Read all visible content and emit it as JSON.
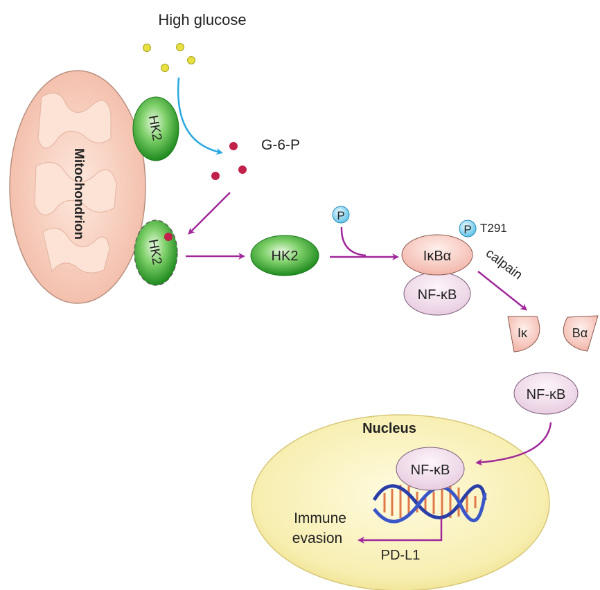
{
  "labels": {
    "high_glucose": "High glucose",
    "g6p": "G-6-P",
    "mitochondrion": "Mitochondrion",
    "hk2_top": "HK2",
    "hk2_bottom": "HK2",
    "hk2_free": "HK2",
    "phospho": "P",
    "phospho2": "P",
    "t291": "T291",
    "ikba": "IκBα",
    "nfkb_complex": "NF-κB",
    "calpain": "calpain",
    "ik": "Iκ",
    "ba": "Bα",
    "nfkb_free": "NF-κB",
    "nucleus": "Nucleus",
    "nfkb_nucleus": "NF-κB",
    "immune_line1": "Immune",
    "immune_line2": "evasion",
    "pdl1": "PD-L1"
  },
  "colors": {
    "arrow_purple": "#a0289a",
    "arrow_blue": "#2aa8e0",
    "hk2_green": "#2fa82f",
    "glucose_yellow": "#e8e040",
    "g6p_red": "#c0204a",
    "nucleus_fill": "#f7efb0",
    "mito_fill": "#f6cfc0"
  }
}
